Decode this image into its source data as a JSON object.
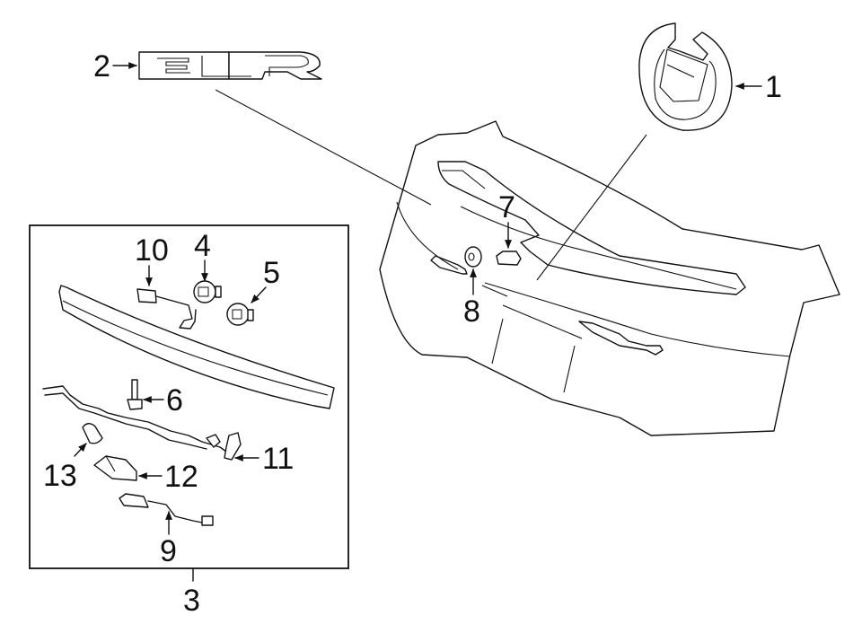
{
  "diagram": {
    "title": "Rear lid trim / emblem assembly",
    "badge_text": "ELR",
    "callouts": [
      {
        "id": "1",
        "label": "1",
        "part": "seal-grommet"
      },
      {
        "id": "2",
        "label": "2",
        "part": "emblem-elr"
      },
      {
        "id": "3",
        "label": "3",
        "part": "applique-assembly-box"
      },
      {
        "id": "4",
        "label": "4",
        "part": "clip"
      },
      {
        "id": "5",
        "label": "5",
        "part": "clip"
      },
      {
        "id": "6",
        "label": "6",
        "part": "bolt"
      },
      {
        "id": "7",
        "label": "7",
        "part": "nut"
      },
      {
        "id": "8",
        "label": "8",
        "part": "grommet"
      },
      {
        "id": "9",
        "label": "9",
        "part": "lamp-harness"
      },
      {
        "id": "10",
        "label": "10",
        "part": "harness-connector"
      },
      {
        "id": "11",
        "label": "11",
        "part": "wiring-harness"
      },
      {
        "id": "12",
        "label": "12",
        "part": "license-lamp"
      },
      {
        "id": "13",
        "label": "13",
        "part": "bulb"
      }
    ]
  }
}
